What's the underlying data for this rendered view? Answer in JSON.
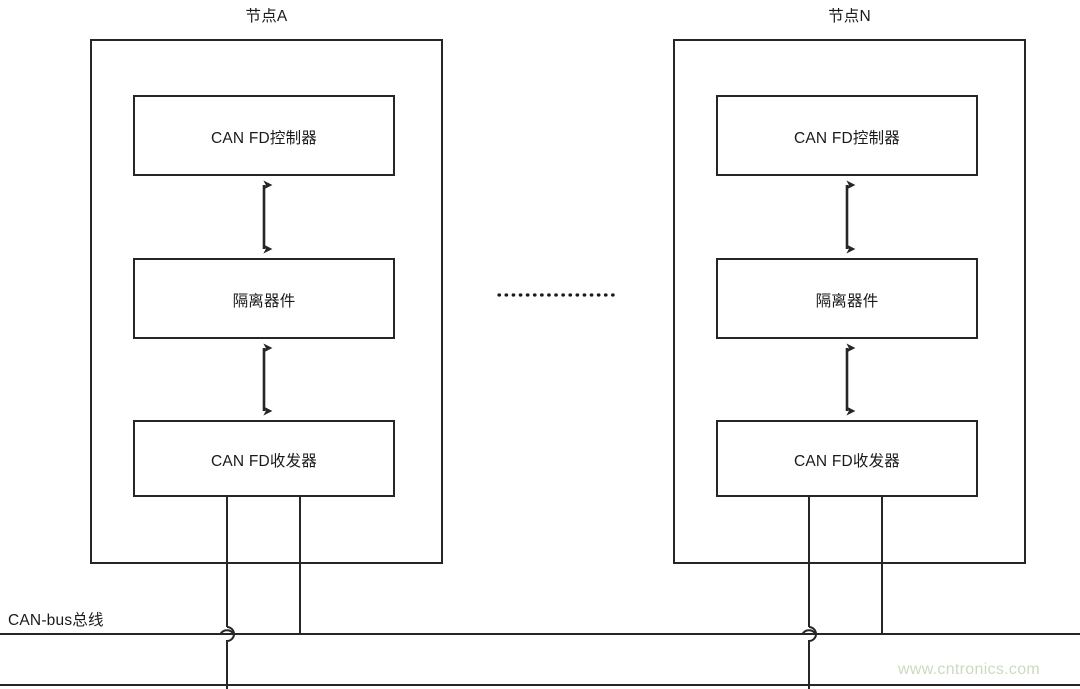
{
  "diagram": {
    "title_left": "节点A",
    "title_right": "节点N",
    "bus_label": "CAN-bus总线",
    "watermark": "www.cntronics.com",
    "colors": {
      "stroke": "#262626",
      "text": "#1a1a1a",
      "background": "#ffffff",
      "watermark": "#c8dcc0"
    },
    "nodes": [
      {
        "name": "节点A",
        "blocks": [
          {
            "label": "CAN FD控制器"
          },
          {
            "label": "隔离器件"
          },
          {
            "label": "CAN FD收发器"
          }
        ]
      },
      {
        "name": "节点N",
        "blocks": [
          {
            "label": "CAN FD控制器"
          },
          {
            "label": "隔离器件"
          },
          {
            "label": "CAN FD收发器"
          }
        ]
      }
    ],
    "connector": {
      "style": "dotted",
      "meaning": "更多节点"
    }
  }
}
